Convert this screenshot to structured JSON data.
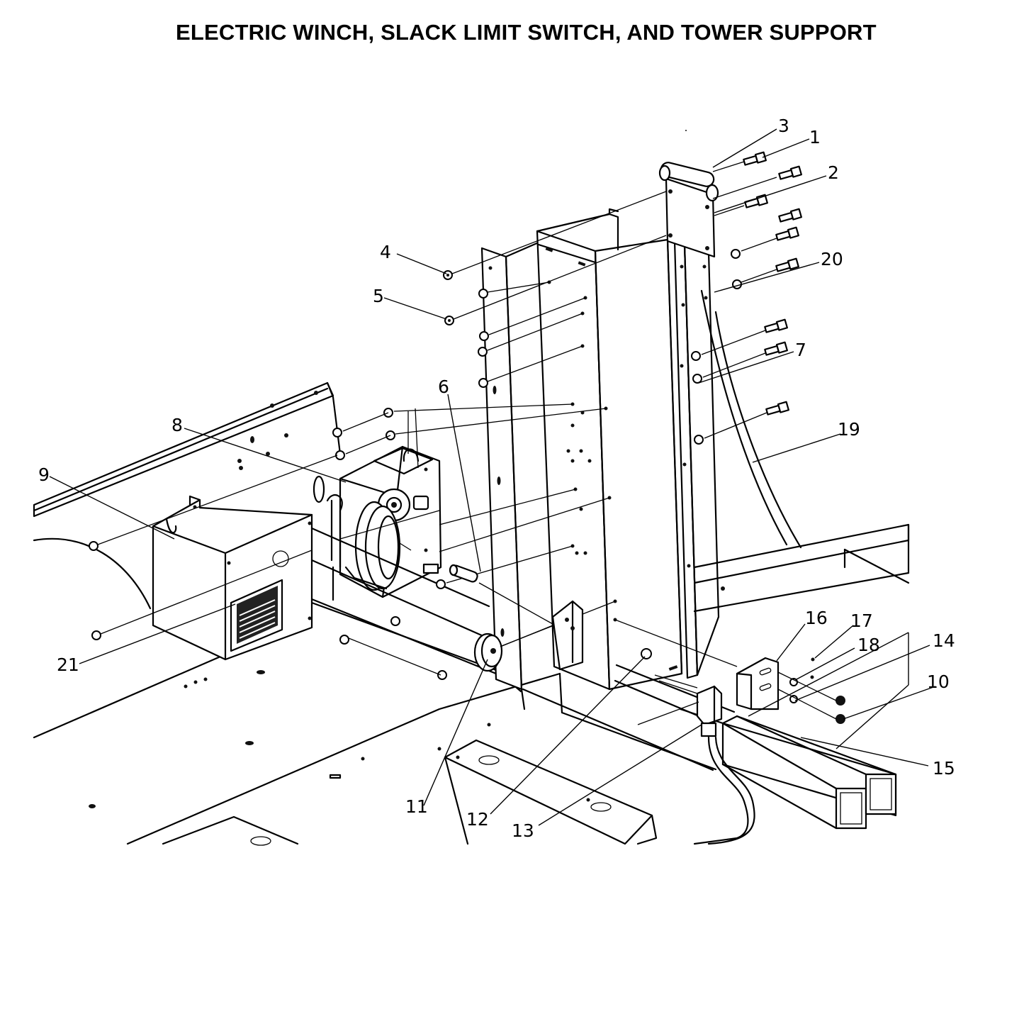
{
  "title": "ELECTRIC WINCH, SLACK LIMIT SWITCH, AND TOWER SUPPORT",
  "colors": {
    "ink": "#000000",
    "paper": "#ffffff"
  },
  "callouts": [
    "1",
    "2",
    "3",
    "4",
    "5",
    "6",
    "7",
    "8",
    "9",
    "10",
    "11",
    "12",
    "13",
    "14",
    "15",
    "16",
    "17",
    "18",
    "19",
    "20",
    "21"
  ]
}
